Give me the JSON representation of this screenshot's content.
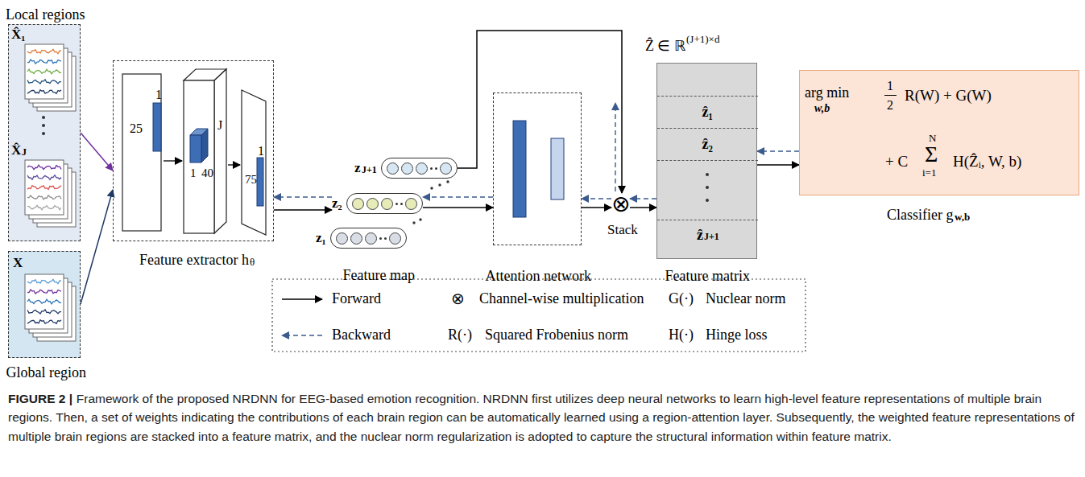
{
  "diagram": {
    "caption": "Framework of the proposed NRDNN for EEG-based emotion recognition. NRDNN first utilizes deep neural networks to learn high-level feature representations of multiple brain regions. Then, a set of weights indicating the contributions of each brain region can be automatically learned using a region-attention layer. Subsequently, the weighted feature representations of multiple brain regions are stacked into a feature matrix, and the nuclear norm regularization is adopted to capture the structural information within feature matrix.",
    "nodes": [
      {
        "text": [
          "Local regions",
          "X̂₁",
          "X̂",
          "J"
        ]
      },
      {
        "text": [
          "X",
          "Global region"
        ]
      },
      {
        "text": [
          "Feature extractor h",
          "θ",
          "25",
          "1",
          "J",
          "1",
          "40",
          "75",
          "1"
        ]
      },
      {
        "text": [
          "z₁"
        ]
      },
      {
        "text": [
          "z₂"
        ]
      },
      {
        "text": [
          "z",
          "J+1"
        ]
      },
      {
        "text": [
          "Attention network"
        ]
      },
      {
        "text": [
          "⊗"
        ]
      },
      {
        "text": [
          "Ẑ ∈ ℝ",
          "(J+1)×d",
          "ẑ₁",
          "ẑ₂",
          "ẑ",
          "J+1",
          "Feature matrix"
        ]
      },
      {
        "text": [
          "arg min",
          "w,b",
          "1",
          "2",
          "R(W) + G(W)",
          "+ C",
          "N",
          "Σ",
          "i=1",
          "H(Ẑᵢ, W, b)",
          "Classifier g",
          "w,b"
        ]
      }
    ],
    "edges": [
      {
        "from": 0,
        "to": 2,
        "arrow": "to"
      },
      {
        "from": 1,
        "to": 2,
        "arrow": "to"
      },
      {
        "from": 2,
        "to": 4,
        "arrow": "to"
      },
      {
        "from": 4,
        "to": 2,
        "arrow": "to"
      },
      {
        "from": 4,
        "to": 6,
        "arrow": "to"
      },
      {
        "from": 6,
        "to": 4,
        "arrow": "to"
      },
      {
        "from": 5,
        "to": 7,
        "arrow": "to"
      },
      {
        "from": 6,
        "to": 7,
        "arrow": "to"
      },
      {
        "from": 7,
        "to": 6,
        "arrow": "to"
      },
      {
        "from": 7,
        "to": 8,
        "arrow": "to"
      },
      {
        "from": 8,
        "to": 7,
        "arrow": "to"
      },
      {
        "from": 8,
        "to": 9,
        "arrow": "to"
      },
      {
        "from": 9,
        "to": 8,
        "arrow": "to"
      }
    ],
    "labels": [
      "Feature map",
      "Stack",
      "⊗",
      "R(·)",
      "G(·)",
      "H(·)",
      "FIGURE 2 |"
    ],
    "legend": [
      {
        "text": "Forward"
      },
      {
        "text": "Backward"
      },
      {
        "text": "Channel-wise multiplication"
      },
      {
        "text": "Squared Frobenius norm"
      },
      {
        "text": "Nuclear norm"
      },
      {
        "text": "Hinge loss"
      }
    ]
  }
}
